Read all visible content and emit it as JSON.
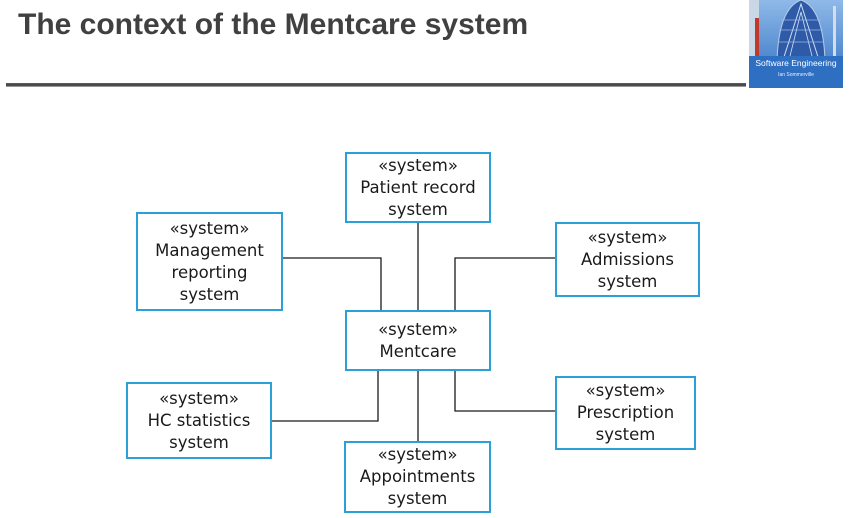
{
  "page": {
    "title": "The context of the Mentcare system"
  },
  "cover": {
    "title": "Software Engineering",
    "author": "Ian Sommerville"
  },
  "diagram": {
    "stereotype": "«system»",
    "nodes": {
      "patient_record": [
        "Patient record",
        "system"
      ],
      "management_reporting": [
        "Management",
        "reporting",
        "system"
      ],
      "admissions": [
        "Admissions",
        "system"
      ],
      "mentcare": [
        "Mentcare"
      ],
      "hc_statistics": [
        "HC statistics",
        "system"
      ],
      "prescription": [
        "Prescription",
        "system"
      ],
      "appointments": [
        "Appointments",
        "system"
      ]
    },
    "edge_color": "#1a1a1a",
    "border_color": "#2aa0d6"
  }
}
